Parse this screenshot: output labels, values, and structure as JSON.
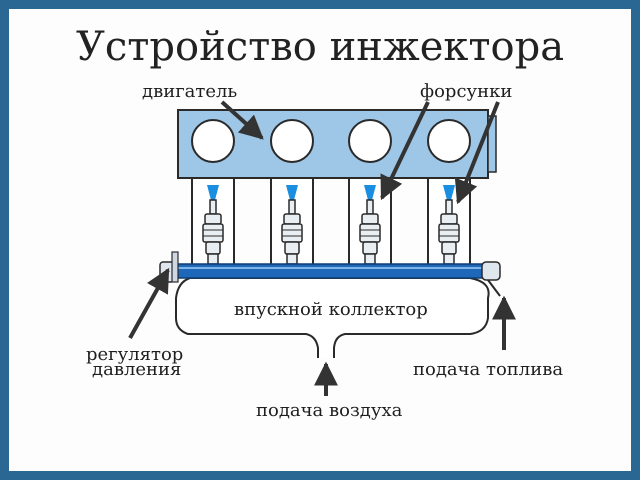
{
  "title": "Устройство инжектора",
  "labels": {
    "engine": "двигатель",
    "injectors": "форсунки",
    "intake_manifold": "впускной коллектор",
    "pressure_regulator_line1": "регулятор",
    "pressure_regulator_line2": "давления",
    "fuel_supply": "подача топлива",
    "air_supply": "подача воздуха"
  },
  "colors": {
    "frame": "#2a6792",
    "engine_block": "#9ec6e6",
    "rail": "#1f67b8",
    "spray": "#1a8ee0",
    "outline": "#2a2a2a",
    "arrow": "#333333"
  },
  "cylinder_count": 4
}
